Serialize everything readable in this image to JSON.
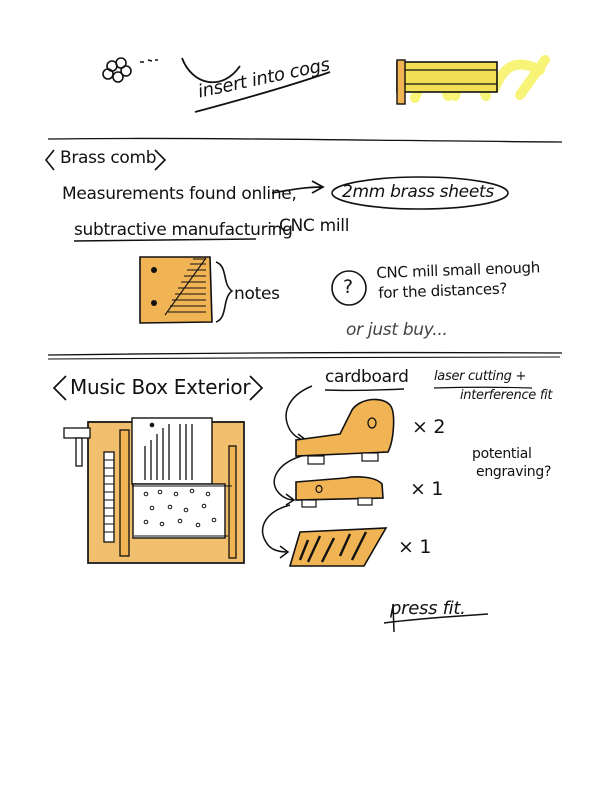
{
  "top": {
    "insert_caption": "insert into cogs"
  },
  "brass_comb": {
    "title": "Brass comb",
    "measurements": "Measurements found online,",
    "sheets": "2mm brass sheets",
    "subtractive": "subtractive manufacturing",
    "cnc": "- CNC mill",
    "notes": "notes",
    "question_mark": "?",
    "cnc_small_1": "CNC mill small enough",
    "cnc_small_2": "for the distances?",
    "or_buy": "or just buy..."
  },
  "exterior": {
    "title": "Music Box Exterior",
    "cardboard": "cardboard",
    "laser_1": "laser cutting +",
    "laser_2": "interference fit",
    "qty_1": "× 2",
    "qty_2": "× 1",
    "qty_3": "× 1",
    "engraving_1": "potential",
    "engraving_2": "engraving?",
    "press_fit": "press fit."
  },
  "colors": {
    "ink": "#111111",
    "wood": "#f0b455",
    "highlight": "#f7f36a"
  }
}
